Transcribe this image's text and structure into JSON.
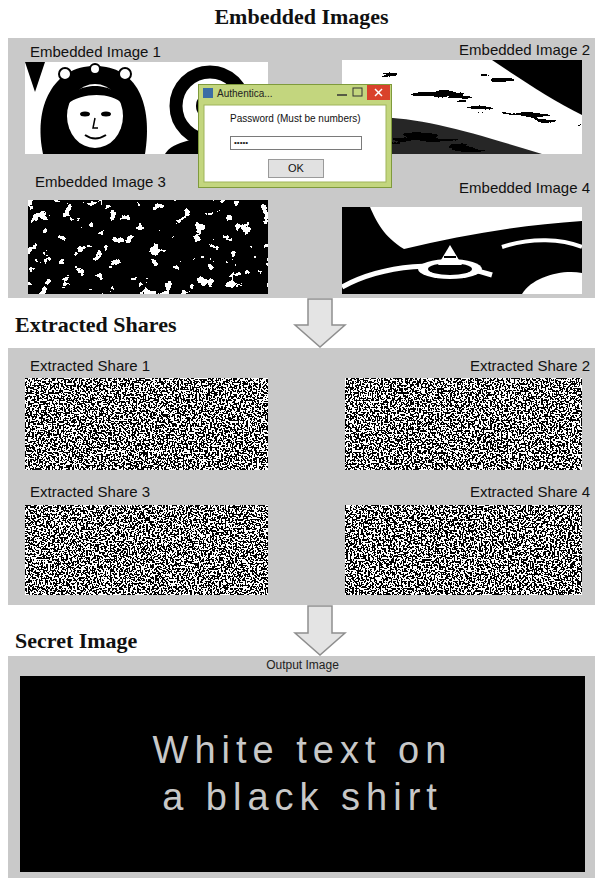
{
  "diagram": {
    "nodes": [
      {
        "text": [
          "Embedded Images"
        ]
      },
      {
        "text": [
          "Embedded Image 1"
        ],
        "in": 0
      },
      {
        "text": [
          "Embedded Image 2"
        ],
        "in": 0
      },
      {
        "text": [
          "Embedded Image 3"
        ],
        "in": 0
      },
      {
        "text": [
          "Embedded Image 4"
        ],
        "in": 0
      },
      {
        "text": [
          "Authentica...",
          "Password (Must be numbers)"
        ],
        "in": 0
      },
      {
        "text": [
          "•••••"
        ],
        "in": 5
      },
      {
        "text": [
          "OK"
        ],
        "in": 5
      },
      {
        "text": [
          "Extracted Shares"
        ]
      },
      {
        "text": [
          "Extracted Share 1"
        ],
        "in": 8
      },
      {
        "text": [
          "Extracted Share 2"
        ],
        "in": 8
      },
      {
        "text": [
          "Extracted Share 3"
        ],
        "in": 8
      },
      {
        "text": [
          "Extracted Share 4"
        ],
        "in": 8
      },
      {
        "text": [
          "Secret Image"
        ]
      },
      {
        "text": [
          "Output Image",
          "White text on a black shirt"
        ],
        "in": 13
      }
    ],
    "edges": [
      {
        "from": 0,
        "to": 8,
        "arrow": "to"
      },
      {
        "from": 8,
        "to": 13,
        "arrow": "to"
      }
    ]
  }
}
